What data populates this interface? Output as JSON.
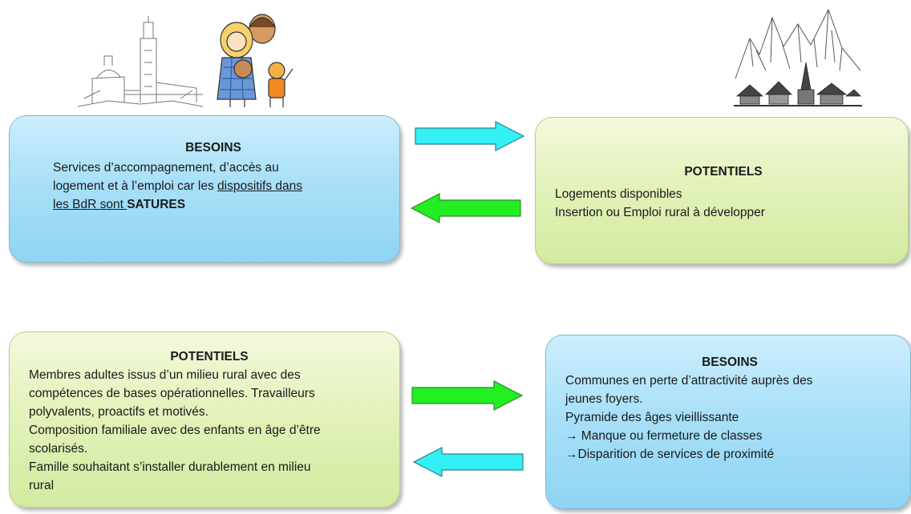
{
  "colors": {
    "blue_box": "#a9e0f8",
    "green_box": "#e3f2bb",
    "cyan_arrow": "#33f0f5",
    "green_arrow": "#22ee22"
  },
  "illustrations": {
    "top_left_1": "notre-dame-de-la-garde-sketch",
    "top_left_2": "family-cartoon",
    "top_right": "mountain-village-sketch"
  },
  "top_left_box": {
    "title": "BESOINS",
    "line1": "Services d’accompagnement, d’accès au",
    "line2_a": "logement et à l’emploi car les ",
    "line2_b": "dispositifs dans",
    "line3_a": "les BdR sont ",
    "line3_b": "SATURES"
  },
  "top_right_box": {
    "title": "POTENTIELS",
    "line1": "Logements disponibles",
    "line2": "Insertion ou Emploi rural à développer"
  },
  "bottom_left_box": {
    "title": "POTENTIELS",
    "lines": [
      "Membres adultes issus d’un milieu rural avec des",
      "compétences de bases opérationnelles. Travailleurs",
      "polyvalents, proactifs et motivés.",
      "Composition familiale avec des enfants en âge d’être",
      "scolarisés.",
      "Famille souhaitant s’installer durablement en milieu",
      "rural"
    ]
  },
  "bottom_right_box": {
    "title": "BESOINS",
    "lines": [
      "Communes en perte d’attractivité auprès des",
      "jeunes foyers.",
      "Pyramide des âges vieillissante",
      "→ Manque ou fermeture de classes",
      "→Disparition de services de proximité"
    ]
  }
}
